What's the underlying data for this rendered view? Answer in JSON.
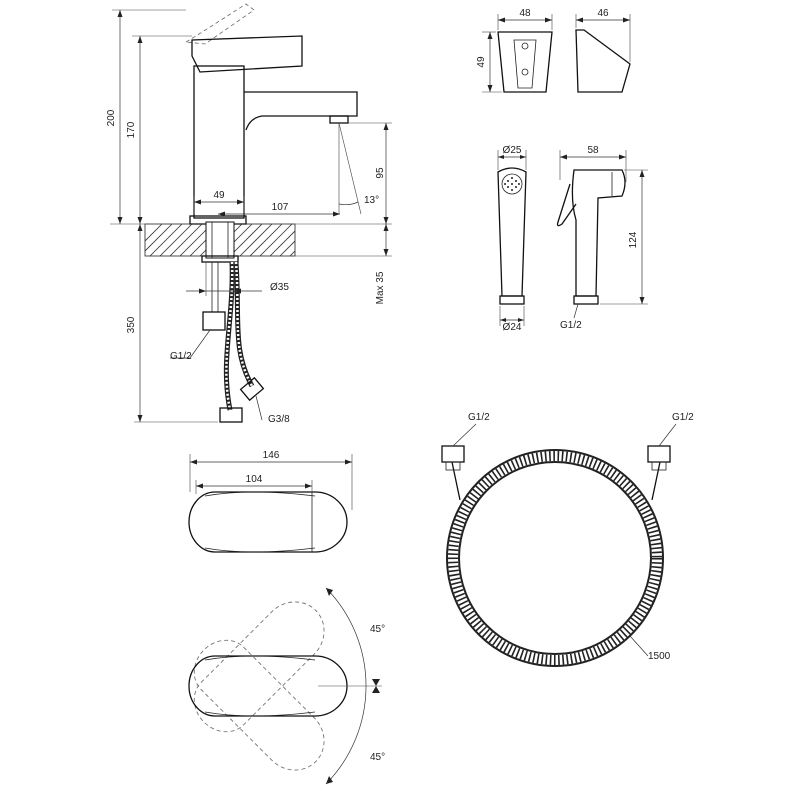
{
  "dimensions": {
    "faucet": {
      "total_height": "200",
      "spout_height": "170",
      "outlet_height": "95",
      "body_width": "49",
      "spout_reach": "107",
      "spray_angle": "13°",
      "below_height": "350",
      "max_thickness": "Max 35",
      "hole_diameter": "Ø35",
      "inlet_thread": "G1/2",
      "hose_thread": "G3/8"
    },
    "holder": {
      "width_front": "48",
      "width_side": "46",
      "height": "49"
    },
    "sprayer": {
      "head_diameter": "Ø25",
      "base_diameter": "Ø24",
      "length": "58",
      "height": "124",
      "thread": "G1/2"
    },
    "hose": {
      "thread_left": "G1/2",
      "thread_right": "G1/2",
      "length": "1500"
    },
    "handle": {
      "total_length": "146",
      "lever_length": "104",
      "rotation_up": "45°",
      "rotation_down": "45°"
    }
  },
  "colors": {
    "line": "#111111",
    "hatch": "#333333",
    "background": "#ffffff"
  }
}
